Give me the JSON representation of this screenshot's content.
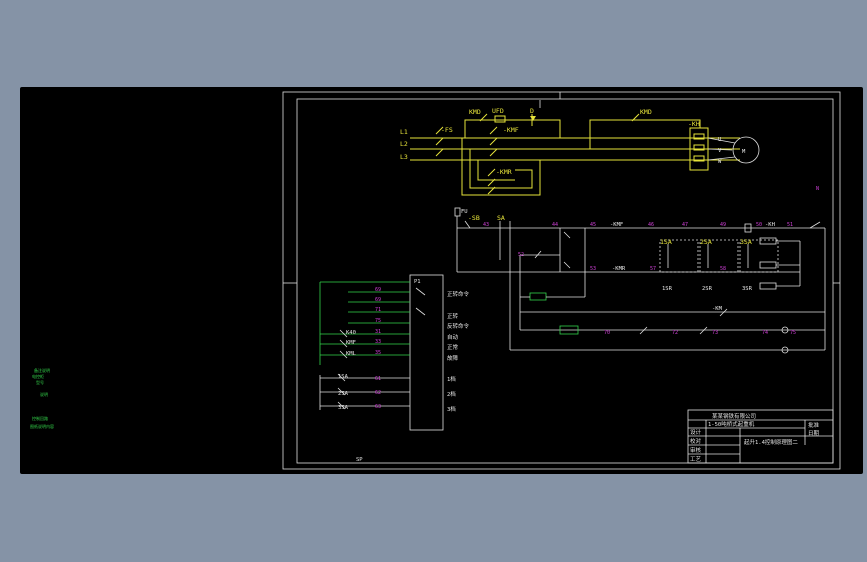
{
  "drawing": {
    "power_labels": {
      "l1": "L1",
      "l2": "L2",
      "l3": "L3",
      "fs": "-FS",
      "kmf": "-KMF",
      "kmr": "-KMR",
      "kmd_left": "KMD",
      "ufd": "UFD",
      "d": "D",
      "kmd_right": "KMD",
      "kh": "-KH",
      "motor": "M",
      "u": "U",
      "v": "V",
      "w": "W"
    },
    "control_labels": {
      "sb": "-SB",
      "sa": "SA",
      "fu": "FU",
      "n43": "43",
      "n44": "44",
      "n45": "45",
      "n46": "46",
      "n47": "47",
      "n49": "49",
      "n50": "50",
      "n51": "51",
      "n52": "52",
      "n53": "53",
      "n57": "57",
      "n58": "58",
      "kmf": "-KMF",
      "kmr": "-KMR",
      "kh": "-KH",
      "km": "-KM",
      "sa1": "1SA",
      "sa2": "2SA",
      "sa3": "3SA",
      "sr1": "1SR",
      "sr2": "2SR",
      "sr3": "3SR",
      "n70": "70",
      "n72": "72",
      "n73": "73",
      "n74": "74",
      "n75": "75"
    },
    "plc": {
      "top_label": "P1",
      "rows": [
        {
          "num": "69",
          "desc": "正转命令"
        },
        {
          "num": "69",
          "desc": ""
        },
        {
          "num": "71",
          "desc": "正转"
        },
        {
          "num": "75",
          "desc": "反转命令"
        },
        {
          "num": "31",
          "desc": "自动"
        },
        {
          "num": "33",
          "desc": "正常"
        },
        {
          "num": "35",
          "desc": "故障"
        }
      ],
      "inputs": [
        "K40",
        "KMF",
        "KML"
      ],
      "sa": [
        "1SA",
        "2SA",
        "3SA"
      ],
      "sa_nums": [
        "61",
        "62",
        "63"
      ],
      "sa_desc": [
        "1档",
        "2档",
        "3档"
      ],
      "bottom": "SP"
    },
    "title_block": {
      "company": "某某钢铁有限公司",
      "project": "1-50吨桥式起重机",
      "drawing_title": "起升1.4控制原理图二",
      "cells": [
        "设计",
        "校对",
        "审核",
        "工艺",
        "批准",
        "日期"
      ]
    },
    "side_notes": {
      "lines": [
        "备注说明",
        "电控柜",
        "型号",
        "说明",
        "控制回路",
        "图纸说明内容"
      ]
    }
  }
}
